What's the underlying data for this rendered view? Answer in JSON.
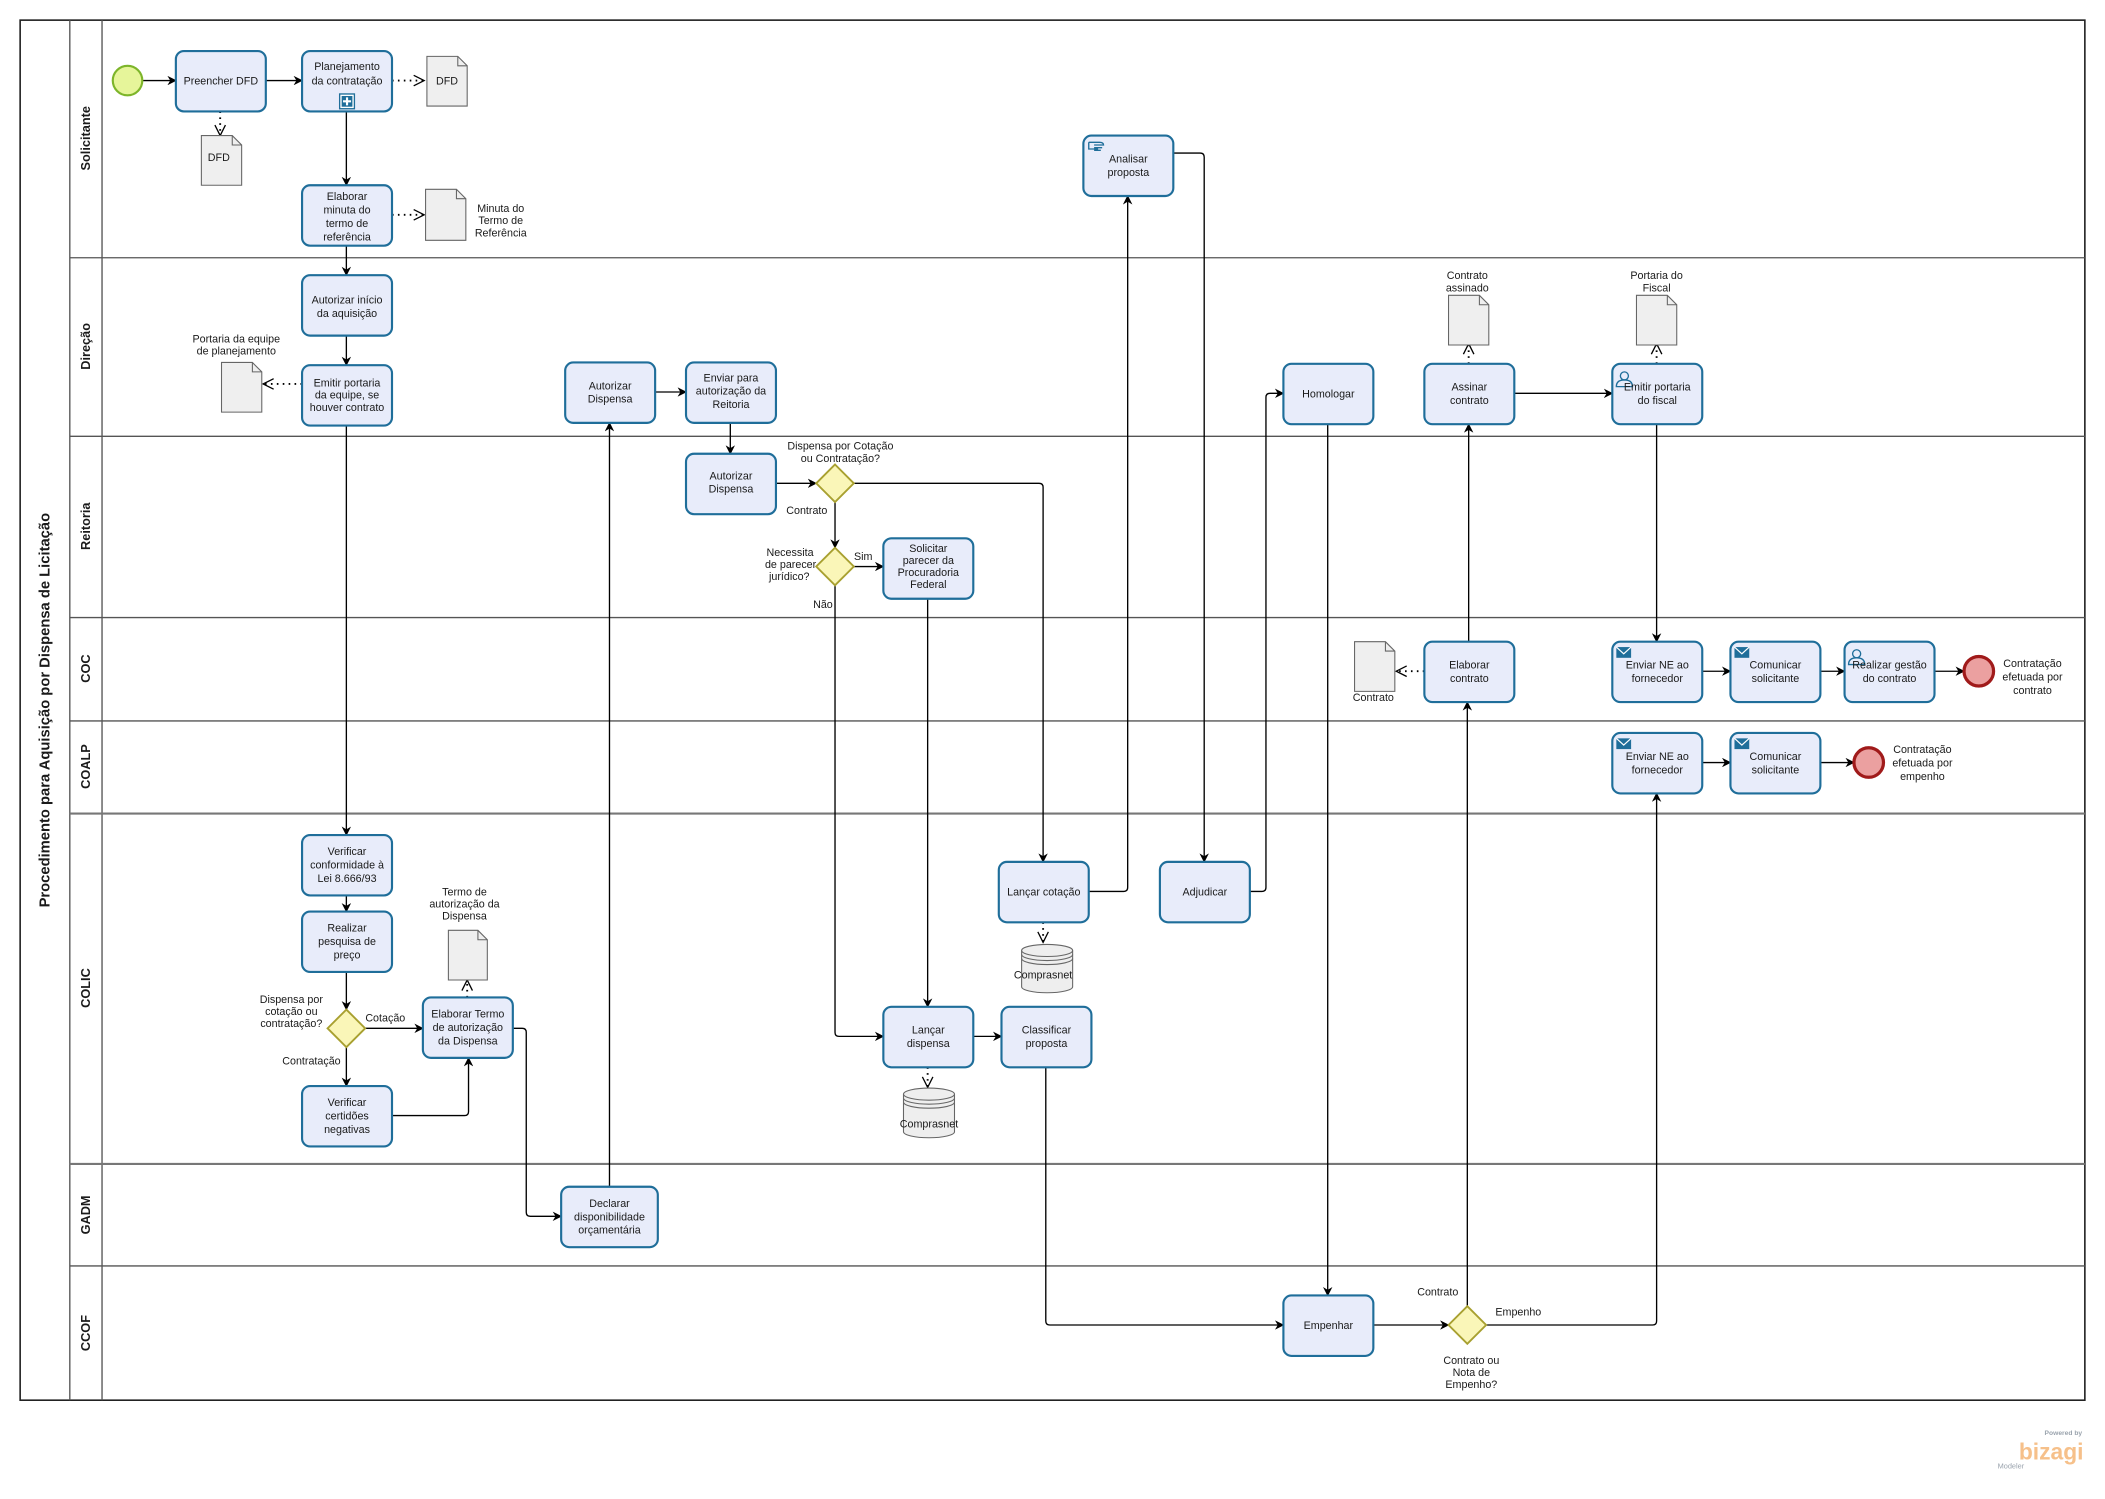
{
  "diagram": {
    "title": "Procedimento para Aquisição por Dispensa de Licitação",
    "colors": {
      "task_fill": "#e8ecfa",
      "task_stroke": "#1f6e9a",
      "gateway_fill": "#faf6b8",
      "gateway_stroke": "#a8a030",
      "start_fill": "#e6f59a",
      "start_stroke": "#7db52a",
      "end_fill": "#eba0a0",
      "end_stroke": "#a01a1a"
    }
  },
  "lanes": [
    {
      "id": "solicitante",
      "label": "Solicitante"
    },
    {
      "id": "direcao",
      "label": "Direção"
    },
    {
      "id": "reitoria",
      "label": "Reitoria"
    },
    {
      "id": "coc",
      "label": "COC"
    },
    {
      "id": "coalp",
      "label": "COALP"
    },
    {
      "id": "colic",
      "label": "COLIC"
    },
    {
      "id": "gadm",
      "label": "GADM"
    },
    {
      "id": "ccof",
      "label": "CCOF"
    }
  ],
  "tasks": {
    "preencher_dfd": {
      "lane": "Solicitante",
      "lines": [
        "Preencher DFD"
      ]
    },
    "planejamento": {
      "lane": "Solicitante",
      "lines": [
        "Planejamento",
        "da contratação"
      ],
      "marker": "subprocess-plus-icon"
    },
    "elaborar_minuta": {
      "lane": "Solicitante",
      "lines": [
        "Elaborar",
        "minuta do",
        "termo de",
        "referência"
      ]
    },
    "analisar_proposta": {
      "lane": "Solicitante",
      "lines": [
        "Analisar",
        "proposta"
      ],
      "marker": "manual-task-icon"
    },
    "autorizar_inicio": {
      "lane": "Direção",
      "lines": [
        "Autorizar início",
        "da aquisição"
      ]
    },
    "emitir_portaria_equipe": {
      "lane": "Direção",
      "lines": [
        "Emitir portaria",
        "da equipe, se",
        "houver contrato"
      ]
    },
    "autorizar_dispensa_direcao": {
      "lane": "Direção",
      "lines": [
        "Autorizar",
        "Dispensa"
      ]
    },
    "enviar_autorizacao_reitoria": {
      "lane": "Direção",
      "lines": [
        "Enviar para",
        "autorização da",
        "Reitoria"
      ]
    },
    "homologar": {
      "lane": "Direção",
      "lines": [
        "Homologar"
      ]
    },
    "assinar_contrato": {
      "lane": "Direção",
      "lines": [
        "Assinar",
        "contrato"
      ]
    },
    "emitir_portaria_fiscal": {
      "lane": "Direção",
      "lines": [
        "Emitir portaria",
        "do fiscal"
      ],
      "marker": "user-task-icon"
    },
    "autorizar_dispensa_reitoria": {
      "lane": "Reitoria",
      "lines": [
        "Autorizar",
        "Dispensa"
      ]
    },
    "solicitar_parecer": {
      "lane": "Reitoria",
      "lines": [
        "Solicitar",
        "parecer da",
        "Procuradoria",
        "Federal"
      ]
    },
    "elaborar_contrato": {
      "lane": "COC",
      "lines": [
        "Elaborar",
        "contrato"
      ]
    },
    "enviar_ne_coc": {
      "lane": "COC",
      "lines": [
        "Enviar NE ao",
        "fornecedor"
      ],
      "marker": "message-icon"
    },
    "comunicar_coc": {
      "lane": "COC",
      "lines": [
        "Comunicar",
        "solicitante"
      ],
      "marker": "message-icon"
    },
    "realizar_gestao": {
      "lane": "COC",
      "lines": [
        "Realizar gestão",
        "do contrato"
      ],
      "marker": "user-task-icon"
    },
    "enviar_ne_coalp": {
      "lane": "COALP",
      "lines": [
        "Enviar NE ao",
        "fornecedor"
      ],
      "marker": "message-icon"
    },
    "comunicar_coalp": {
      "lane": "COALP",
      "lines": [
        "Comunicar",
        "solicitante"
      ],
      "marker": "message-icon"
    },
    "verificar_conformidade": {
      "lane": "COLIC",
      "lines": [
        "Verificar",
        "conformidade à",
        "Lei 8.666/93"
      ]
    },
    "realizar_pesquisa": {
      "lane": "COLIC",
      "lines": [
        "Realizar",
        "pesquisa de",
        "preço"
      ]
    },
    "elaborar_termo": {
      "lane": "COLIC",
      "lines": [
        "Elaborar Termo",
        "de autorização",
        "da Dispensa"
      ]
    },
    "verificar_certidoes": {
      "lane": "COLIC",
      "lines": [
        "Verificar",
        "certidões",
        "negativas"
      ]
    },
    "lancar_cotacao": {
      "lane": "COLIC",
      "lines": [
        "Lançar cotação"
      ]
    },
    "adjudicar": {
      "lane": "COLIC",
      "lines": [
        "Adjudicar"
      ]
    },
    "lancar_dispensa": {
      "lane": "COLIC",
      "lines": [
        "Lançar",
        "dispensa"
      ]
    },
    "classificar_proposta": {
      "lane": "COLIC",
      "lines": [
        "Classificar",
        "proposta"
      ]
    },
    "declarar_disponibilidade": {
      "lane": "GADM",
      "lines": [
        "Declarar",
        "disponibilidade",
        "orçamentária"
      ]
    },
    "empenhar": {
      "lane": "CCOF",
      "lines": [
        "Empenhar"
      ]
    }
  },
  "gateways": {
    "reitoria_tipo": {
      "lines": [
        "Dispensa por Cotação",
        "ou Contratação?"
      ]
    },
    "reitoria_parecer": {
      "lines": [
        "Necessita",
        "de parecer",
        "jurídico?"
      ]
    },
    "colic_tipo": {
      "lines": [
        "Dispensa por",
        "cotação ou",
        "contratação?"
      ]
    },
    "ccof_tipo": {
      "lines": [
        "Contrato ou",
        "Nota de",
        "Empenho?"
      ]
    }
  },
  "flow_labels": {
    "contrato_reitoria": "Contrato",
    "sim": "Sim",
    "nao": "Não",
    "cotacao": "Cotação",
    "contratacao": "Contratação",
    "contrato_ccof": "Contrato",
    "empenho": "Empenho"
  },
  "events": {
    "start": {
      "type": "start"
    },
    "end_contrato": {
      "type": "end",
      "lines": [
        "Contratação",
        "efetuada por",
        "contrato"
      ]
    },
    "end_empenho": {
      "type": "end",
      "lines": [
        "Contratação",
        "efetuada por",
        "empenho"
      ]
    }
  },
  "artifacts": {
    "dfd_1": {
      "lines": [
        "DFD"
      ]
    },
    "dfd_2": {
      "lines": [
        "DFD"
      ]
    },
    "minuta_tr": {
      "lines": [
        "Minuta do",
        "Termo de",
        "Referência"
      ]
    },
    "portaria_equipe": {
      "lines": [
        "Portaria da equipe",
        "de planejamento"
      ]
    },
    "contrato_assinado": {
      "lines": [
        "Contrato",
        "assinado"
      ]
    },
    "portaria_fiscal": {
      "lines": [
        "Portaria do",
        "Fiscal"
      ]
    },
    "contrato_doc": {
      "lines": [
        "Contrato"
      ]
    },
    "termo_autorizacao": {
      "lines": [
        "Termo de",
        "autorização da",
        "Dispensa"
      ]
    },
    "comprasnet_1": {
      "lines": [
        "Comprasnet"
      ],
      "type": "data-store"
    },
    "comprasnet_2": {
      "lines": [
        "Comprasnet"
      ],
      "type": "data-store"
    }
  },
  "branding": {
    "powered_by": "Powered by",
    "name": "bizagi",
    "product": "Modeler"
  }
}
